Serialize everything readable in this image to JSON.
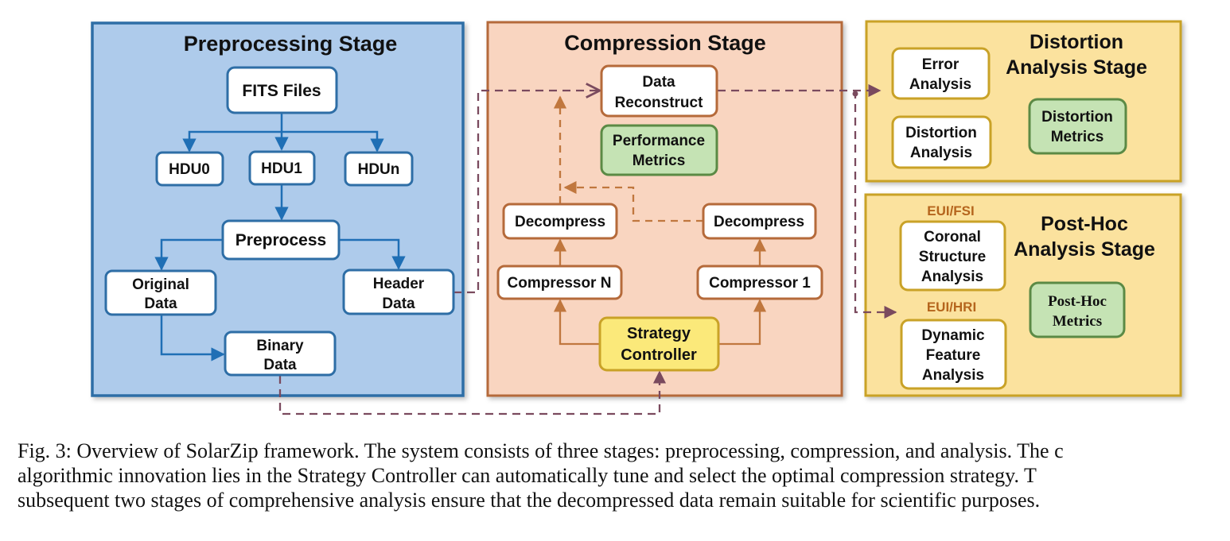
{
  "stages": {
    "preprocessing": {
      "title": "Preprocessing Stage",
      "colors": {
        "fill": "#aecbeb",
        "border": "#2e6ea6"
      }
    },
    "compression": {
      "title": "Compression Stage",
      "colors": {
        "fill": "#f9d5c0",
        "border": "#b56a3a"
      }
    },
    "distortion": {
      "title_line1": "Distortion",
      "title_line2": "Analysis Stage",
      "colors": {
        "fill": "#fbe29e",
        "border": "#c9a227"
      }
    },
    "posthoc": {
      "title_line1": "Post-Hoc",
      "title_line2": "Analysis Stage",
      "colors": {
        "fill": "#fbe29e",
        "border": "#c9a227"
      }
    }
  },
  "nodes": {
    "fits_files": "FITS Files",
    "hdu0": "HDU0",
    "hdu1": "HDU1",
    "hdun": "HDUn",
    "preprocess": "Preprocess",
    "original_data": [
      "Original",
      "Data"
    ],
    "header_data": [
      "Header",
      "Data"
    ],
    "binary_data": [
      "Binary",
      "Data"
    ],
    "data_reconstruct": [
      "Data",
      "Reconstruct"
    ],
    "performance_metrics": [
      "Performance",
      "Metrics"
    ],
    "decompress_left": "Decompress",
    "decompress_right": "Decompress",
    "compressor_n": "Compressor N",
    "compressor_1": "Compressor 1",
    "strategy_controller": [
      "Strategy",
      "Controller"
    ],
    "error_analysis": [
      "Error",
      "Analysis"
    ],
    "distortion_analysis": [
      "Distortion",
      "Analysis"
    ],
    "distortion_metrics": [
      "Distortion",
      "Metrics"
    ],
    "eui_fsi_tag": "EUI/FSI",
    "coronal_structure_analysis": [
      "Coronal",
      "Structure",
      "Analysis"
    ],
    "eui_hri_tag": "EUI/HRI",
    "dynamic_feature_analysis": [
      "Dynamic",
      "Feature",
      "Analysis"
    ],
    "posthoc_metrics": [
      "Post-Hoc",
      "Metrics"
    ]
  },
  "colors": {
    "blue_line": "#1f6fb5",
    "blue_node_border": "#2e6ea6",
    "orange_line": "#c0773e",
    "orange_node_border": "#b56a3a",
    "dashed_purple": "#7a4a5e",
    "green_fill": "#c5e3b4",
    "green_border": "#5b8a45",
    "yellow_fill": "#fbe97a",
    "yellow_border": "#c9a227",
    "tag_color": "#b5651d"
  },
  "caption": {
    "line1": "Fig. 3: Overview of SolarZip framework. The system consists of three stages: preprocessing, compression, and analysis. The c",
    "line2": "algorithmic innovation lies in the Strategy Controller can automatically tune and select the optimal compression strategy. T",
    "line3": "subsequent two stages of comprehensive analysis ensure that the decompressed data remain suitable for scientific purposes."
  }
}
